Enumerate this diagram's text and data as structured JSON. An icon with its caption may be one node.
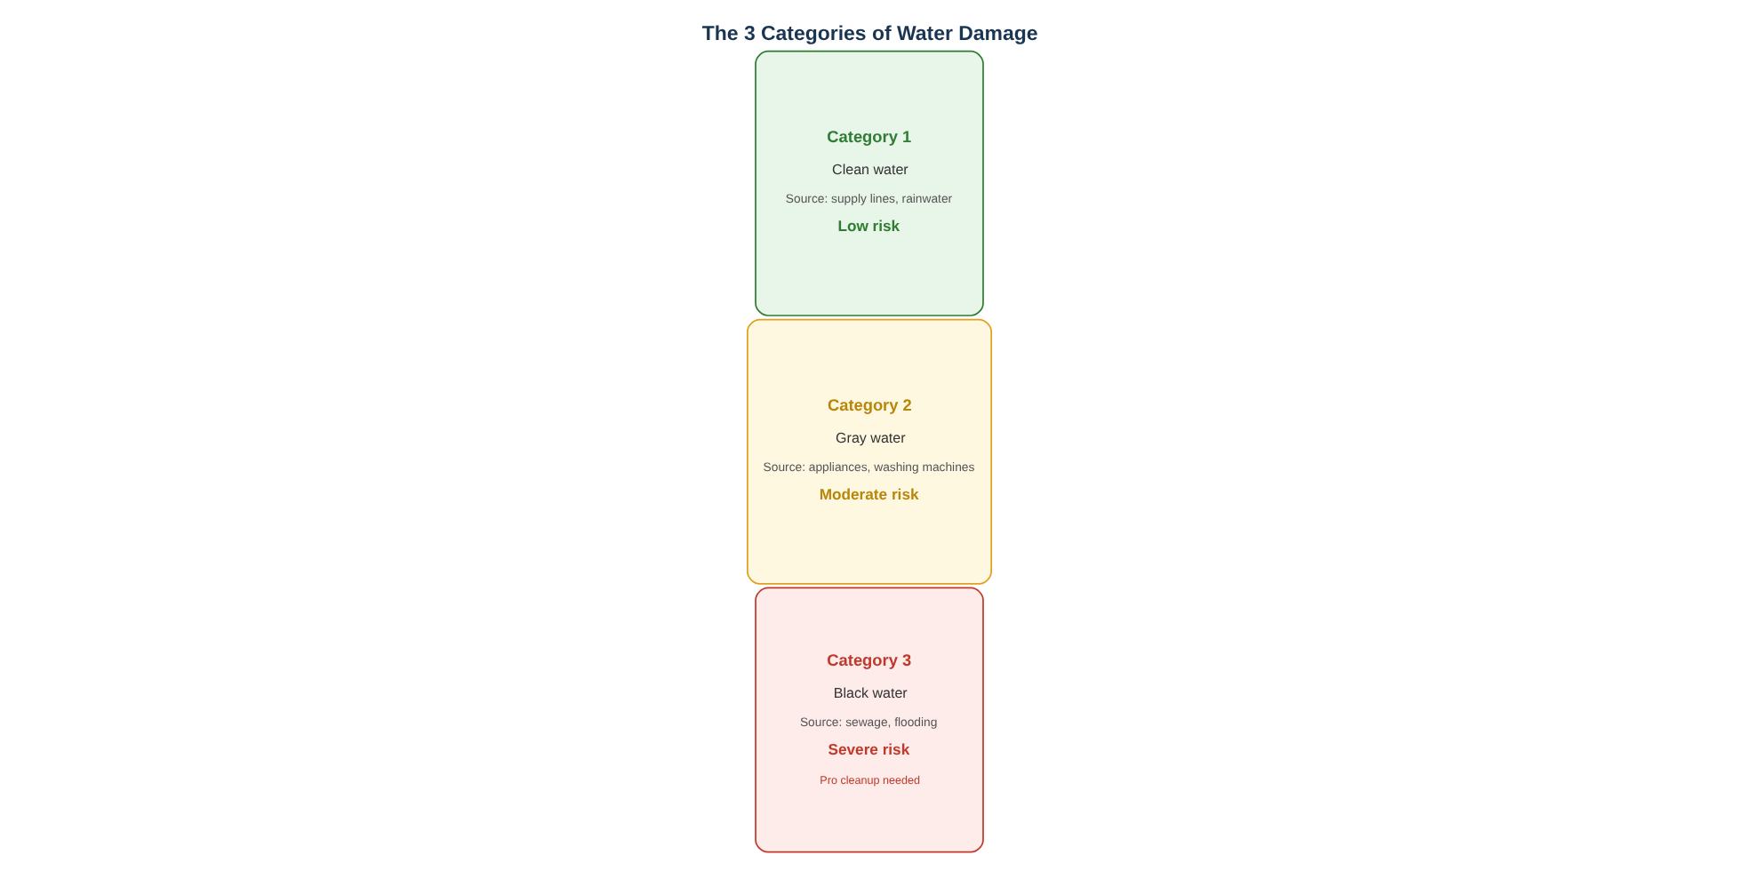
{
  "diagram": {
    "title": "The 3 Categories of Water Damage",
    "nodes": [
      {
        "text": [
          "Category 1",
          "Clean water",
          "Source: supply lines, rainwater",
          "Low risk"
        ]
      },
      {
        "text": [
          "Category 2",
          "Gray water",
          "Source: appliances, washing machines",
          "Moderate risk"
        ]
      },
      {
        "text": [
          "Category 3",
          "Black water",
          "Source: sewage, flooding",
          "Severe risk",
          "Pro cleanup needed"
        ]
      }
    ]
  }
}
